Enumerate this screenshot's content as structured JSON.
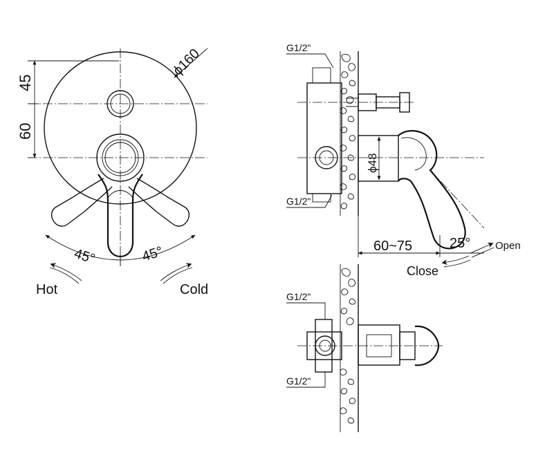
{
  "front_view": {
    "dim_top": "45",
    "dim_mid": "60",
    "dim_diameter": "ϕ160",
    "angle_left": "45°",
    "angle_right": "45°",
    "label_hot": "Hot",
    "label_cold": "Cold"
  },
  "side_view": {
    "inlet_top": "G1/2\"",
    "inlet_bottom": "G1/2\"",
    "dim_diameter": "ϕ48",
    "dim_depth": "60~75",
    "angle": "25°",
    "label_open": "Open",
    "label_close": "Close"
  },
  "top_view": {
    "inlet_top": "G1/2\"",
    "inlet_bottom": "G1/2\""
  }
}
